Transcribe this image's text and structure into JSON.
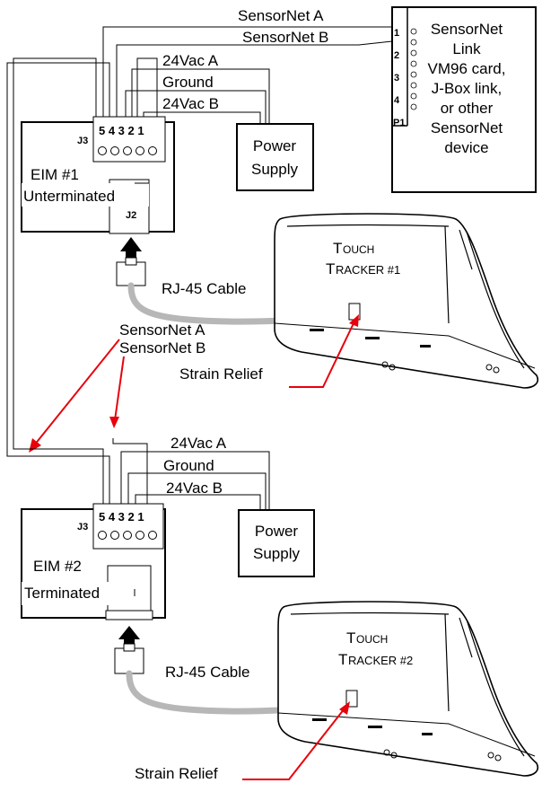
{
  "top": {
    "wire_sensornet_a": "SensorNet A",
    "wire_sensornet_b": "SensorNet B",
    "wire_24vac_a": "24Vac A",
    "wire_ground": "Ground",
    "wire_24vac_b": "24Vac B",
    "power_supply_line1": "Power",
    "power_supply_line2": "Supply",
    "eim_title": "EIM #1",
    "eim_status": "Unterminated",
    "eim_j3": "J3",
    "eim_j2": "J2",
    "eim_pins": "5 4 3 2 1",
    "cable_label": "RJ-45 Cable",
    "sn_a_label": "SensorNet A",
    "sn_b_label": "SensorNet B",
    "strain_relief": "Strain Relief",
    "tracker_line1_first": "T",
    "tracker_line1_rest": "OUCH",
    "tracker_line2_first": "T",
    "tracker_line2_rest": "RACKER #1"
  },
  "device": {
    "line1": "SensorNet",
    "line2": "Link",
    "line3": "VM96 card,",
    "line4": "J-Box link,",
    "line5": "or other",
    "line6": "SensorNet",
    "line7": "device",
    "pins": [
      "1",
      "2",
      "3",
      "4"
    ],
    "p1": "P1"
  },
  "bottom": {
    "wire_24vac_a": "24Vac A",
    "wire_ground": "Ground",
    "wire_24vac_b": "24Vac B",
    "power_supply_line1": "Power",
    "power_supply_line2": "Supply",
    "eim_title": "EIM #2",
    "eim_status": "Terminated",
    "eim_j3": "J3",
    "eim_pins": "5 4 3 2 1",
    "cable_label": "RJ-45 Cable",
    "strain_relief": "Strain Relief",
    "tracker_line1_first": "T",
    "tracker_line1_rest": "OUCH",
    "tracker_line2_first": "T",
    "tracker_line2_rest": "RACKER #2"
  },
  "colors": {
    "arrow": "#e8000b",
    "cable": "#b7b7b7"
  }
}
